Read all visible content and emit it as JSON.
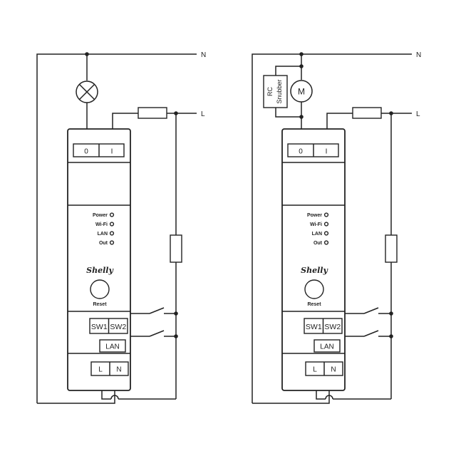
{
  "lines": {
    "neutral": "N",
    "live": "L"
  },
  "terminals": {
    "out_o": "0",
    "out_i": "I",
    "sw1": "SW1",
    "sw2": "SW2",
    "lan": "LAN",
    "in_l": "L",
    "in_n": "N"
  },
  "leds": [
    "Power",
    "Wi-Fi",
    "LAN",
    "Out"
  ],
  "brand": "Shelly",
  "reset_label": "Reset",
  "motor": {
    "symbol": "M",
    "snubber_line1": "RC",
    "snubber_line2": "Snubber"
  },
  "colors": {
    "line": "#222222",
    "background": "#ffffff"
  }
}
